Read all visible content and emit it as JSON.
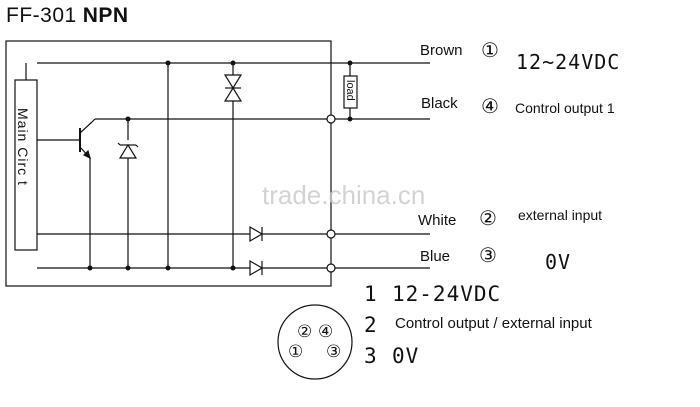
{
  "title": {
    "model": "FF-301",
    "type": "NPN"
  },
  "main_circuit_label": "Main Circ t",
  "load_label": "load",
  "wires": [
    {
      "color": "Brown",
      "pin": "①",
      "function": "12~24VDC"
    },
    {
      "color": "Black",
      "pin": "④",
      "function": "Control output 1"
    },
    {
      "color": "White",
      "pin": "②",
      "function": "external input"
    },
    {
      "color": "Blue",
      "pin": "③",
      "function": "0V"
    }
  ],
  "connector": {
    "pins_top": [
      "②",
      "④"
    ],
    "pins_bottom": [
      "①",
      "③"
    ]
  },
  "legend": [
    {
      "num": "1",
      "text": "12-24VDC"
    },
    {
      "num": "2",
      "text": "Control output / external input"
    },
    {
      "num": "3",
      "text": "0V"
    }
  ],
  "watermark": "trade.china.cn"
}
